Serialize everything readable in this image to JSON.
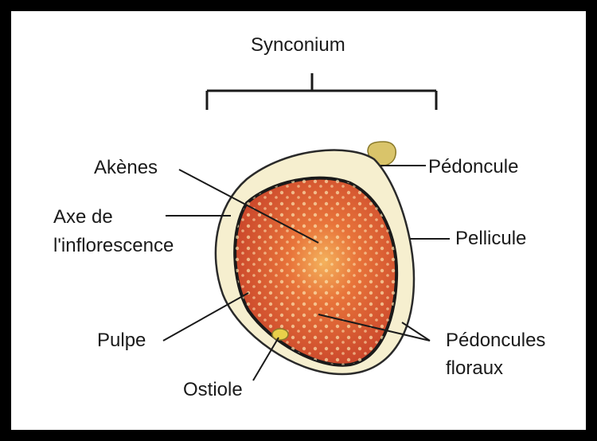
{
  "diagram": {
    "title": "Synconium",
    "labels": {
      "akenes": "Akènes",
      "axe_line1": "Axe de",
      "axe_line2": "l'inflorescence",
      "pulpe": "Pulpe",
      "ostiole": "Ostiole",
      "pedoncule": "Pédoncule",
      "pellicule": "Pellicule",
      "pedoncules_line1": "Pédoncules",
      "pedoncules_line2": "floraux"
    },
    "colors": {
      "frame": "#000000",
      "pulp": "#d9542a",
      "pulp_light": "#f2a35a",
      "skin": "#f6efcf",
      "outline": "#1a1a1a"
    }
  }
}
